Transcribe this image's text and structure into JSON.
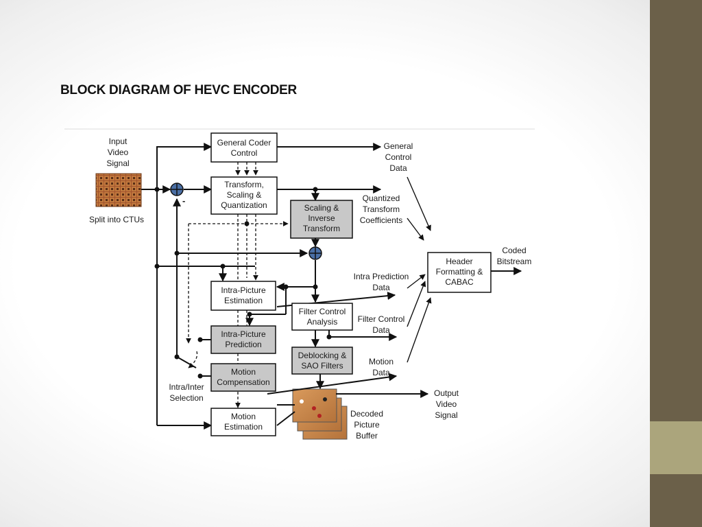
{
  "colors": {
    "side_bar": "#6b6049",
    "side_accent": "#aba57c",
    "block_fill": "#ffffff",
    "block_gray": "#c8c8c8",
    "line": "#111111",
    "adder_fill": "#4a6fa5"
  },
  "slide": {
    "title": "BLOCK DIAGRAM OF HEVC ENCODER"
  },
  "diagram": {
    "input": {
      "lines": [
        "Input",
        "Video",
        "Signal"
      ],
      "split": "Split into CTUs"
    },
    "blocks": {
      "general_coder_control": [
        "General Coder",
        "Control"
      ],
      "transform": [
        "Transform,",
        "Scaling &",
        "Quantization"
      ],
      "scaling_inverse": [
        "Scaling &",
        "Inverse",
        "Transform"
      ],
      "intra_estimation": [
        "Intra-Picture",
        "Estimation"
      ],
      "intra_prediction": [
        "Intra-Picture",
        "Prediction"
      ],
      "motion_compensation": [
        "Motion",
        "Compensation"
      ],
      "motion_estimation": [
        "Motion",
        "Estimation"
      ],
      "filter_control": [
        "Filter Control",
        "Analysis"
      ],
      "deblocking": [
        "Deblocking &",
        "SAO Filters"
      ],
      "header": [
        "Header",
        "Formatting &",
        "CABAC"
      ]
    },
    "labels": {
      "general_control_data": [
        "General",
        "Control",
        "Data"
      ],
      "quantized_coeffs": [
        "Quantized",
        "Transform",
        "Coefficients"
      ],
      "intra_prediction_data": [
        "Intra Prediction",
        "Data"
      ],
      "filter_control_data": [
        "Filter Control",
        "Data"
      ],
      "motion_data": [
        "Motion",
        "Data"
      ],
      "coded_bitstream": [
        "Coded",
        "Bitstream"
      ],
      "output_video": [
        "Output",
        "Video",
        "Signal"
      ],
      "decoded_picture_buffer": [
        "Decoded",
        "Picture",
        "Buffer"
      ],
      "intra_inter": [
        "Intra/Inter",
        "Selection"
      ],
      "minus": "-"
    }
  }
}
